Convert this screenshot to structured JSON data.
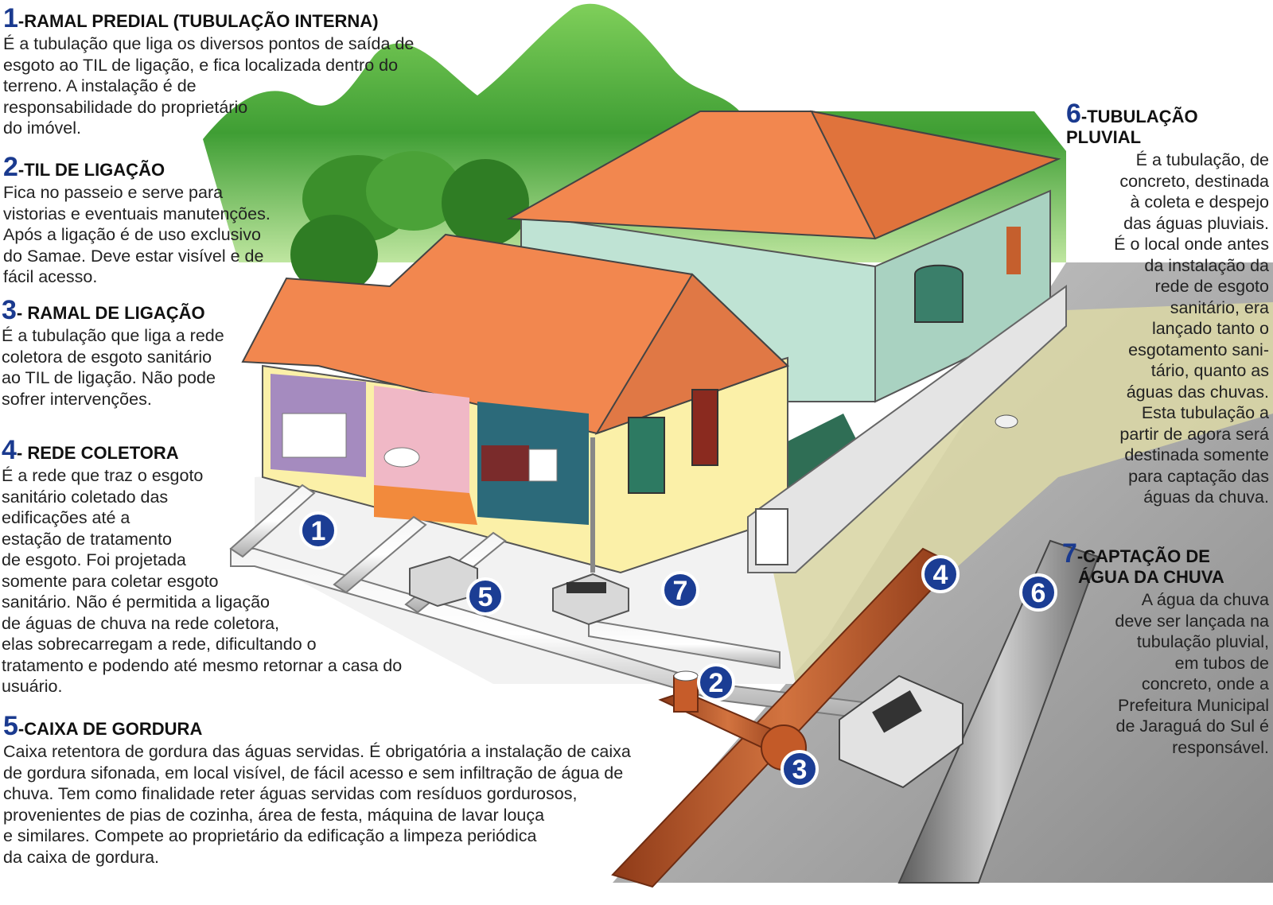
{
  "colors": {
    "accent_number": "#1a3a8f",
    "badge": "#1b3d94",
    "roof": "#f2874f",
    "wall_yellow": "#fbf0a8",
    "wall_green": "#cfeadf",
    "hill": "#3aa335",
    "pipe_sewer": "#b4542a",
    "pipe_rain": "#9a9a9a"
  },
  "sections": [
    {
      "num": "1",
      "title": "-RAMAL PREDIAL (TUBULAÇÃO INTERNA)",
      "lines": [
        "É a tubulação que liga os diversos pontos de saída de",
        "esgoto  ao TIL de ligação, e fica localizada dentro do",
        "terreno. A instalação é de",
        "responsabilidade do proprietário",
        "do imóvel."
      ]
    },
    {
      "num": "2",
      "title": "-TIL DE LIGAÇÃO",
      "lines": [
        "Fica no passeio e serve para",
        "vistorias e eventuais manutenções.",
        "Após a ligação é de uso exclusivo",
        "do Samae. Deve estar visível e de",
        "fácil acesso."
      ]
    },
    {
      "num": "3",
      "title": "- RAMAL DE LIGAÇÃO",
      "lines": [
        "É a tubulação que liga a rede",
        "coletora de esgoto sanitário",
        "ao TIL de ligação. Não pode",
        "sofrer intervenções."
      ]
    },
    {
      "num": "4",
      "title": "- REDE COLETORA",
      "lines": [
        "É a rede que traz o esgoto",
        "sanitário coletado das",
        "edificações até a",
        "estação de tratamento",
        "de esgoto. Foi projetada",
        "somente para coletar esgoto",
        "sanitário. Não é permitida a ligação",
        "de águas de chuva na rede coletora,",
        "elas sobrecarregam a rede, dificultando o",
        "tratamento e podendo até mesmo retornar a casa do",
        "usuário."
      ]
    },
    {
      "num": "5",
      "title": "-CAIXA DE GORDURA",
      "lines": [
        "Caixa retentora de gordura das águas servidas. É obrigatória a instalação de caixa",
        "de gordura sifonada, em local visível, de fácil acesso e sem infiltração de água de",
        "chuva. Tem como finalidade reter águas servidas com resíduos gordurosos,",
        "provenientes de pias de cozinha, área de festa, máquina de lavar louça",
        "e similares. Compete ao proprietário da edificação a limpeza periódica",
        "da caixa de gordura."
      ]
    },
    {
      "num": "6",
      "title": "-TUBULAÇÃO",
      "title2": "PLUVIAL",
      "lines": [
        "É a tubulação, de",
        "concreto, destinada",
        "à coleta e despejo",
        "das águas pluviais.",
        "É o local onde antes",
        "da instalação da",
        "rede de esgoto",
        "sanitário, era",
        "lançado tanto o",
        "esgotamento sani-",
        "tário, quanto as",
        "águas das chuvas.",
        "Esta tubulação a",
        "partir de agora será",
        "destinada somente",
        "para captação das",
        "águas da chuva."
      ]
    },
    {
      "num": "7",
      "title": "-CAPTAÇÃO DE",
      "title2": "ÁGUA DA CHUVA",
      "lines": [
        "A água da chuva",
        "deve ser lançada na",
        "tubulação pluvial,",
        "em tubos de",
        "concreto, onde a",
        "Prefeitura Municipal",
        "de Jaraguá do Sul é",
        "responsável."
      ]
    }
  ],
  "badges": [
    "1",
    "2",
    "3",
    "4",
    "5",
    "6",
    "7"
  ]
}
